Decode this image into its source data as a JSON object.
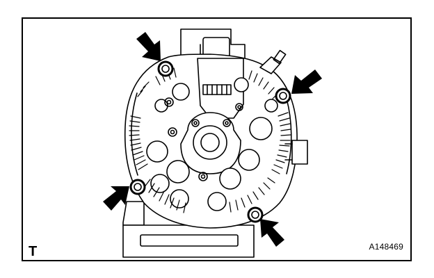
{
  "figure": {
    "view_marker": "T",
    "figure_code": "A148469"
  },
  "callouts": {
    "count": 4,
    "icon": "arrow-icon",
    "target": "bolt-icon"
  },
  "colors": {
    "line": "#000000",
    "background": "#ffffff"
  }
}
